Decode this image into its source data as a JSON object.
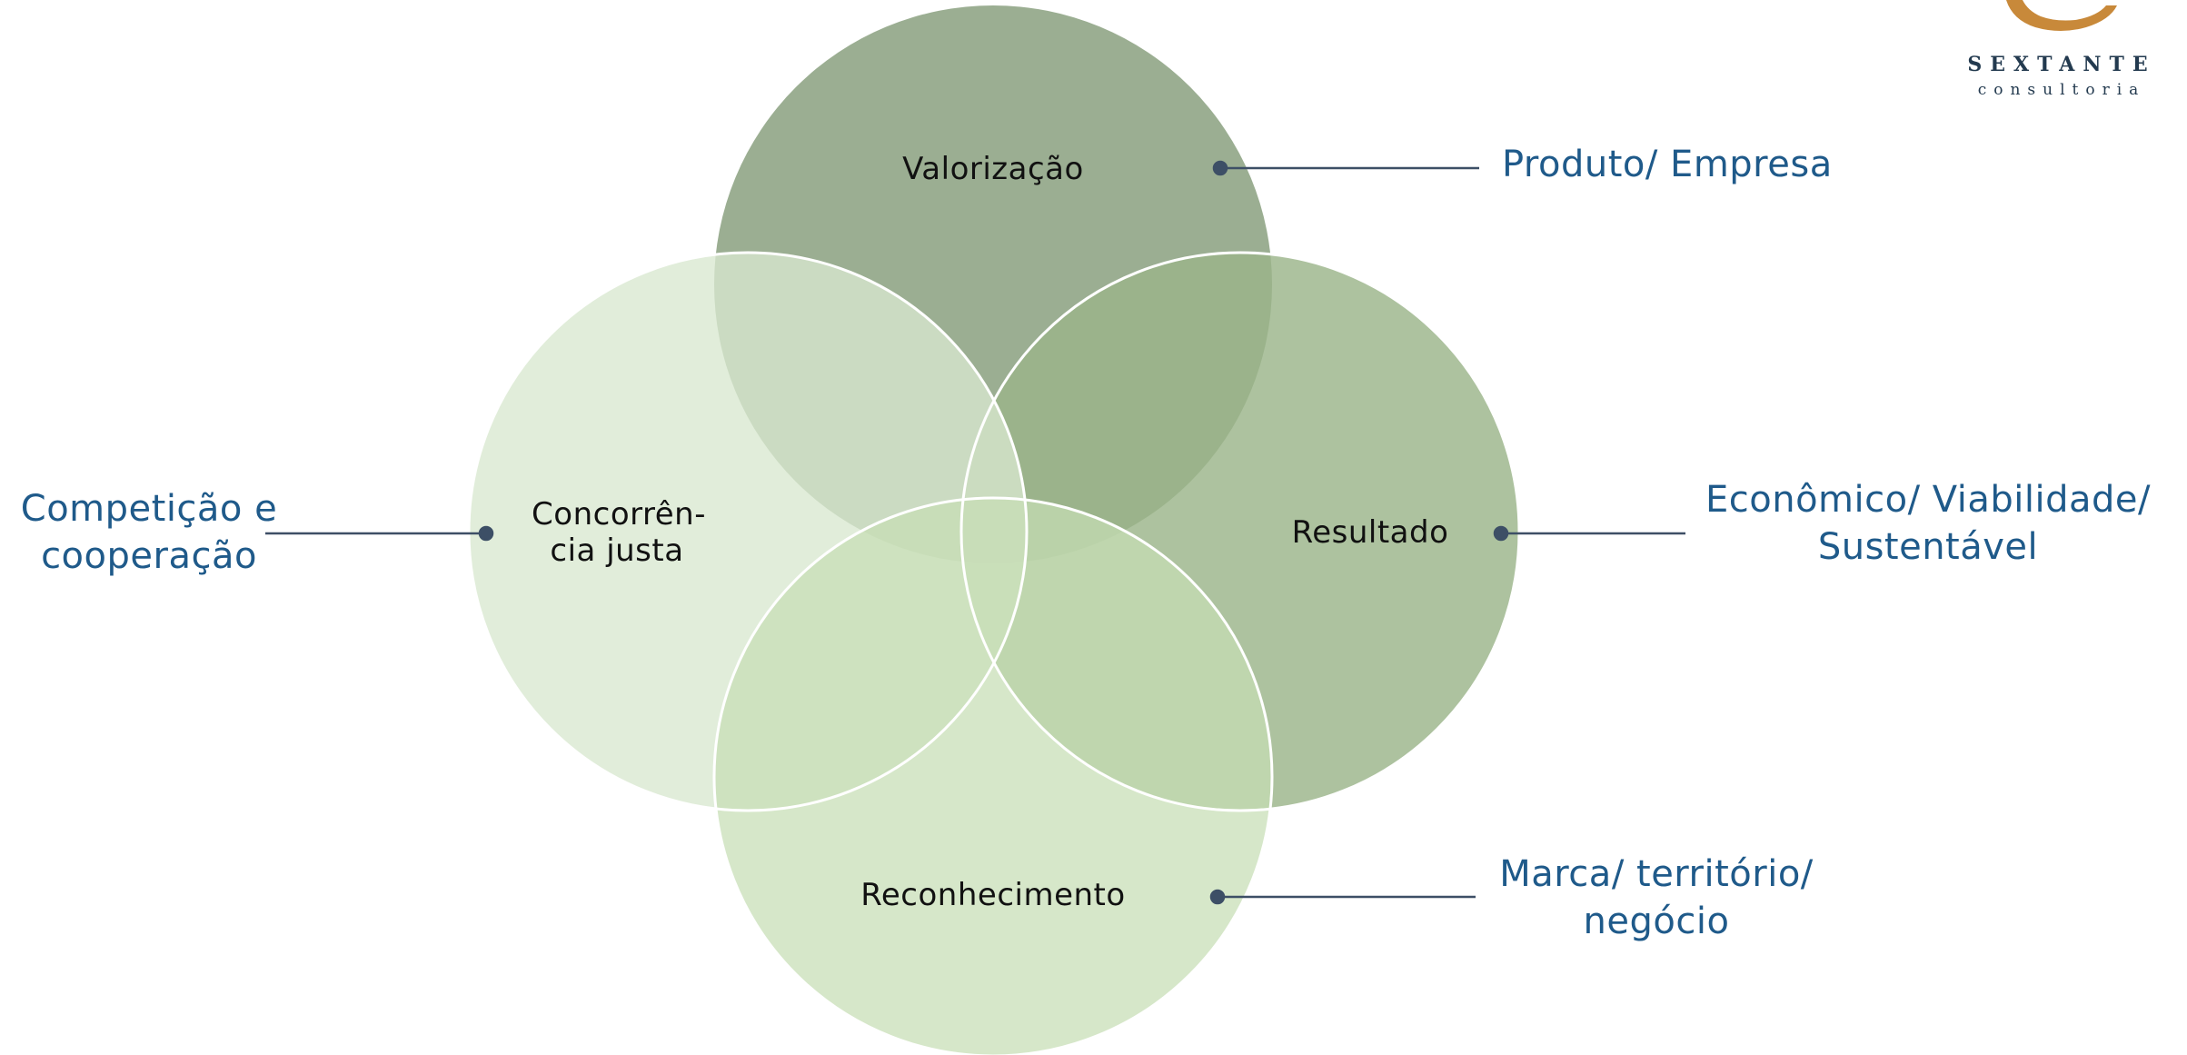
{
  "diagram": {
    "circles": {
      "top": {
        "label": "Valorização",
        "fill": "#8da383"
      },
      "right": {
        "label": "Resultado",
        "fill": "#9bb48a"
      },
      "left": {
        "label_line1": "Concorrên-",
        "label_line2": "cia justa",
        "fill": "#d9e8cf"
      },
      "bottom": {
        "label": "Reconhecimento",
        "fill": "#c6deb4"
      }
    },
    "callouts": {
      "top": {
        "line1": "Produto/ Empresa"
      },
      "right": {
        "line1": "Econômico/ Viabilidade/",
        "line2": "Sustentável"
      },
      "left": {
        "line1": "Competição e",
        "line2": "cooperação"
      },
      "bottom": {
        "line1": "Marca/ território/",
        "line2": "negócio"
      }
    },
    "colors": {
      "callout_text": "#1f5a8a",
      "connector": "#3d4f66",
      "outline": "#ffffff"
    }
  },
  "logo": {
    "name": "SEXTANTE",
    "subtitle": "consultoria",
    "accent": "#c8893a"
  }
}
